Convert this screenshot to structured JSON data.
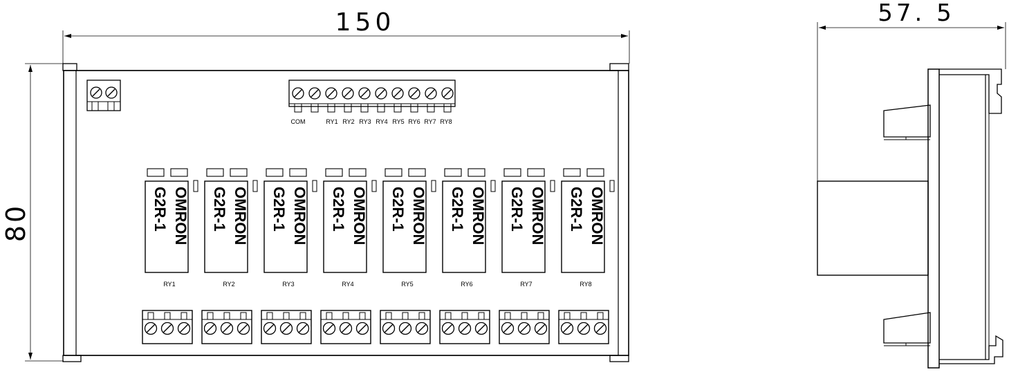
{
  "front_view": {
    "dimensions": {
      "width": "150",
      "height": "80"
    },
    "top_terminal": {
      "common_label": "COM",
      "channel_labels": [
        "RY1",
        "RY2",
        "RY3",
        "RY4",
        "RY5",
        "RY6",
        "RY7",
        "RY8"
      ]
    },
    "relays": [
      {
        "brand": "OMRON",
        "model": "G2R-1",
        "label": "RY1"
      },
      {
        "brand": "OMRON",
        "model": "G2R-1",
        "label": "RY2"
      },
      {
        "brand": "OMRON",
        "model": "G2R-1",
        "label": "RY3"
      },
      {
        "brand": "OMRON",
        "model": "G2R-1",
        "label": "RY4"
      },
      {
        "brand": "OMRON",
        "model": "G2R-1",
        "label": "RY5"
      },
      {
        "brand": "OMRON",
        "model": "G2R-1",
        "label": "RY6"
      },
      {
        "brand": "OMRON",
        "model": "G2R-1",
        "label": "RY7"
      },
      {
        "brand": "OMRON",
        "model": "G2R-1",
        "label": "RY8"
      }
    ]
  },
  "side_view": {
    "dimensions": {
      "depth": "57. 5"
    }
  }
}
